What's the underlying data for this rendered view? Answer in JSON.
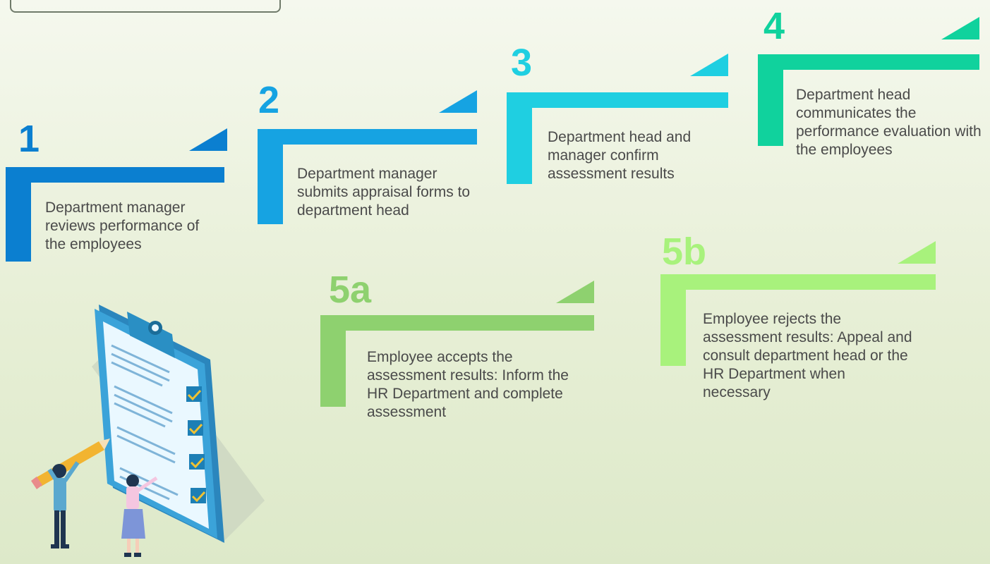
{
  "steps": [
    {
      "id": "1",
      "label": "Department manager reviews performance of the employees",
      "color": "#0b7fd0"
    },
    {
      "id": "2",
      "label": "Department manager submits appraisal forms to department head",
      "color": "#16a3e2"
    },
    {
      "id": "3",
      "label": "Department head and manager confirm assessment results",
      "color": "#1fcfe1"
    },
    {
      "id": "4",
      "label": "Department head communicates the performance evaluation with the employees",
      "color": "#10d29d"
    },
    {
      "id": "5a",
      "label": "Employee accepts the assessment results: Inform the HR Department and complete assessment",
      "color": "#8ed16f"
    },
    {
      "id": "5b",
      "label": "Employee rejects the assessment results: Appeal and consult department head or the HR Department when necessary",
      "color": "#a8f27c"
    }
  ],
  "illustration": {
    "icon": "clipboard-checklist-with-people"
  }
}
